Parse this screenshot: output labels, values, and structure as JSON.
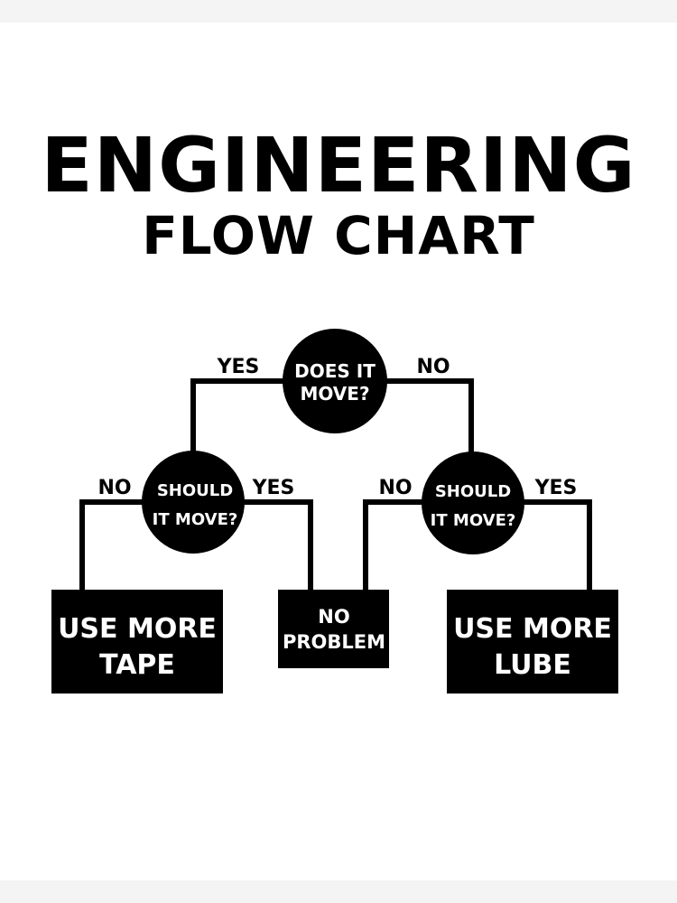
{
  "title": "ENGINEERING",
  "subtitle": "FLOW CHART",
  "nodes": {
    "root": {
      "line1": "DOES IT",
      "line2": "MOVE?"
    },
    "left_q": {
      "line1": "SHOULD",
      "line2": "IT MOVE?"
    },
    "right_q": {
      "line1": "SHOULD",
      "line2": "IT MOVE?"
    },
    "tape": {
      "line1": "USE MORE",
      "line2": "TAPE"
    },
    "no_problem": {
      "line1": "NO",
      "line2": "PROBLEM"
    },
    "lube": {
      "line1": "USE MORE",
      "line2": "LUBE"
    }
  },
  "labels": {
    "root_yes": "YES",
    "root_no": "NO",
    "left_no": "NO",
    "left_yes": "YES",
    "right_no": "NO",
    "right_yes": "YES"
  },
  "colors": {
    "ink": "#000000",
    "paper": "#ffffff",
    "frame": "#f4f4f4"
  }
}
